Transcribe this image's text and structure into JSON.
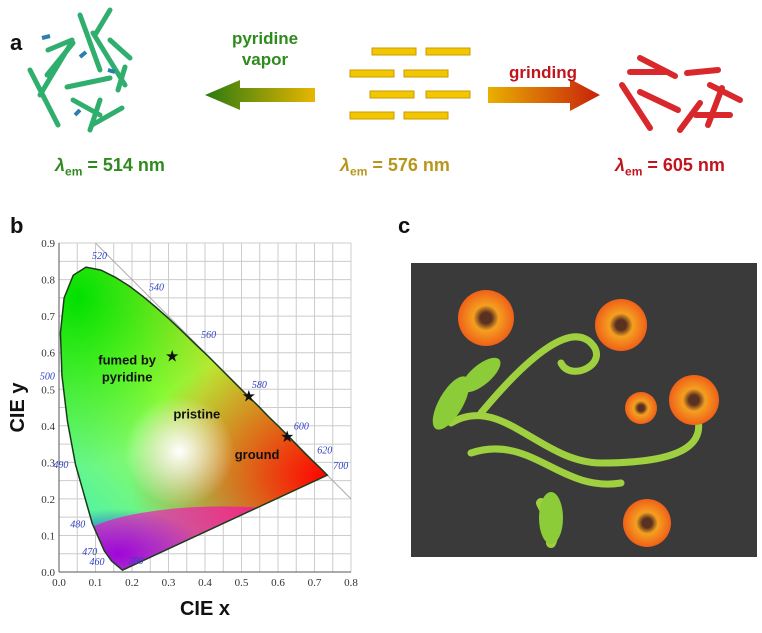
{
  "panel_a": {
    "label": "a",
    "left_arrow_text": [
      "pyridine",
      "vapor"
    ],
    "right_arrow_text": "grinding",
    "emissions": [
      {
        "symbol": "λ",
        "sub": "em",
        "value": "= 514 nm",
        "color": "#2e8b1e"
      },
      {
        "symbol": "λ",
        "sub": "em",
        "value": "= 576 nm",
        "color": "#b8961c"
      },
      {
        "symbol": "λ",
        "sub": "em",
        "value": "= 605 nm",
        "color": "#c0151c"
      }
    ]
  },
  "panel_b": {
    "label": "b"
  },
  "panel_c": {
    "label": "c"
  },
  "chart_data": {
    "type": "scatter",
    "title": "",
    "xlabel": "CIE x",
    "ylabel": "CIE y",
    "xlim": [
      0,
      0.8
    ],
    "ylim": [
      0,
      0.9
    ],
    "xticks": [
      "0.0",
      "0.1",
      "0.2",
      "0.3",
      "0.4",
      "0.5",
      "0.6",
      "0.7",
      "0.8"
    ],
    "yticks": [
      "0.0",
      "0.1",
      "0.2",
      "0.3",
      "0.4",
      "0.5",
      "0.6",
      "0.7",
      "0.8",
      "0.9"
    ],
    "grid": true,
    "points": [
      {
        "name": "fumed by pyridine",
        "lines": [
          "fumed by",
          "pyridine"
        ],
        "x": 0.31,
        "y": 0.59
      },
      {
        "name": "pristine",
        "lines": [
          "pristine"
        ],
        "x": 0.52,
        "y": 0.48
      },
      {
        "name": "ground",
        "lines": [
          "ground"
        ],
        "x": 0.625,
        "y": 0.37
      }
    ],
    "wavelength_labels": [
      {
        "nm": "380",
        "x": 0.174,
        "y": 0.005
      },
      {
        "nm": "460",
        "x": 0.144,
        "y": 0.03
      },
      {
        "nm": "470",
        "x": 0.124,
        "y": 0.058
      },
      {
        "nm": "480",
        "x": 0.091,
        "y": 0.133
      },
      {
        "nm": "490",
        "x": 0.045,
        "y": 0.295
      },
      {
        "nm": "500",
        "x": 0.008,
        "y": 0.538
      },
      {
        "nm": "520",
        "x": 0.074,
        "y": 0.834
      },
      {
        "nm": "540",
        "x": 0.23,
        "y": 0.754
      },
      {
        "nm": "560",
        "x": 0.373,
        "y": 0.624
      },
      {
        "nm": "580",
        "x": 0.512,
        "y": 0.487
      },
      {
        "nm": "600",
        "x": 0.627,
        "y": 0.373
      },
      {
        "nm": "620",
        "x": 0.691,
        "y": 0.308
      },
      {
        "nm": "700",
        "x": 0.735,
        "y": 0.265
      }
    ],
    "locus": [
      [
        0.174,
        0.005
      ],
      [
        0.144,
        0.03
      ],
      [
        0.124,
        0.058
      ],
      [
        0.091,
        0.133
      ],
      [
        0.045,
        0.295
      ],
      [
        0.023,
        0.413
      ],
      [
        0.008,
        0.538
      ],
      [
        0.004,
        0.655
      ],
      [
        0.014,
        0.75
      ],
      [
        0.039,
        0.812
      ],
      [
        0.074,
        0.834
      ],
      [
        0.115,
        0.826
      ],
      [
        0.155,
        0.806
      ],
      [
        0.193,
        0.782
      ],
      [
        0.23,
        0.754
      ],
      [
        0.266,
        0.724
      ],
      [
        0.302,
        0.692
      ],
      [
        0.337,
        0.659
      ],
      [
        0.373,
        0.624
      ],
      [
        0.409,
        0.59
      ],
      [
        0.444,
        0.555
      ],
      [
        0.479,
        0.52
      ],
      [
        0.512,
        0.487
      ],
      [
        0.545,
        0.455
      ],
      [
        0.575,
        0.424
      ],
      [
        0.603,
        0.397
      ],
      [
        0.627,
        0.373
      ],
      [
        0.665,
        0.334
      ],
      [
        0.691,
        0.308
      ],
      [
        0.714,
        0.286
      ],
      [
        0.735,
        0.265
      ]
    ]
  }
}
